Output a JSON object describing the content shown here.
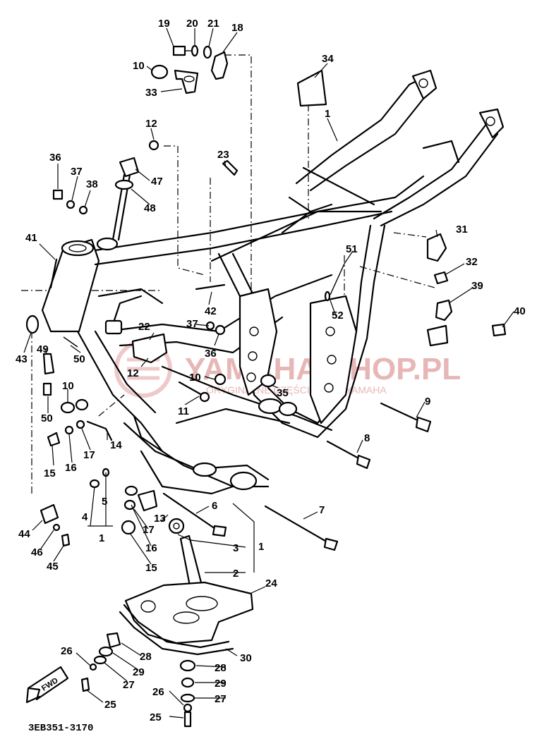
{
  "diagram": {
    "code": "3EB351-3170",
    "fwd_label": "FWD",
    "watermark": {
      "text": "YAMAHA-SHOP.PL",
      "subtext": "ORYGINALNE CZĘŚCI FIRMY YAMAHA"
    },
    "callouts": {
      "c1": "1",
      "c1b": "1",
      "c1c": "1",
      "c2": "2",
      "c3": "3",
      "c4": "4",
      "c5": "5",
      "c6": "6",
      "c7": "7",
      "c8": "8",
      "c9": "9",
      "c10a": "10",
      "c10b": "10",
      "c10c": "10",
      "c11": "11",
      "c12a": "12",
      "c12b": "12",
      "c13": "13",
      "c14": "14",
      "c15a": "15",
      "c15b": "15",
      "c16a": "16",
      "c16b": "16",
      "c17a": "17",
      "c17b": "17",
      "c18": "18",
      "c19": "19",
      "c20": "20",
      "c21": "21",
      "c22": "22",
      "c23": "23",
      "c24": "24",
      "c25a": "25",
      "c25b": "25",
      "c26a": "26",
      "c26b": "26",
      "c27a": "27",
      "c27b": "27",
      "c28a": "28",
      "c28b": "28",
      "c29a": "29",
      "c29b": "29",
      "c30": "30",
      "c31": "31",
      "c32": "32",
      "c33": "33",
      "c34": "34",
      "c35": "35",
      "c36a": "36",
      "c36b": "36",
      "c37a": "37",
      "c37b": "37",
      "c38": "38",
      "c39": "39",
      "c40": "40",
      "c41": "41",
      "c42": "42",
      "c43": "43",
      "c44": "44",
      "c45": "45",
      "c46": "46",
      "c47": "47",
      "c48": "48",
      "c49": "49",
      "c50a": "50",
      "c50b": "50",
      "c51": "51",
      "c52": "52"
    }
  }
}
